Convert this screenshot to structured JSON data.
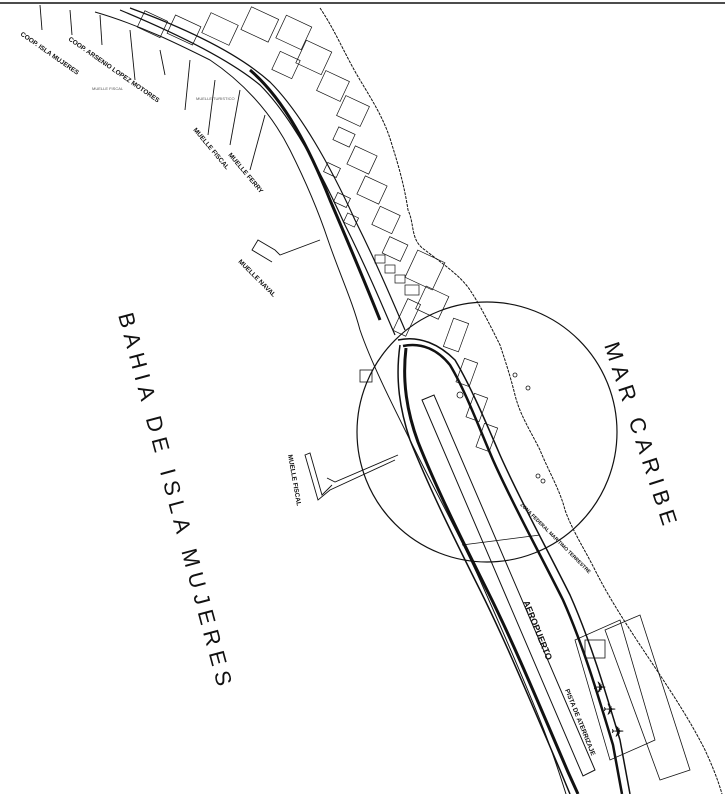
{
  "labels": {
    "bay": "BAHIA DE ISLA MUJERES",
    "sea": "MAR CARIBE",
    "airport": "AEROPUERTO",
    "apron": "PISTA DE ATERRIZAJE",
    "coop1": "COOP. ISLA MUJERES",
    "coop2": "COOP. ARSENIO LOPEZ MOTORES",
    "muelle1": "MUELLE FISCAL",
    "muelle2": "MUELLE FERRY",
    "muelle3": "MUELLE NAVAL",
    "muelle_fiscal": "MUELLE FISCAL",
    "zona": "ZONA FEDERAL MARITIMO TERRESTRE",
    "small1": "MUELLE FISCAL",
    "small2": "MUELLE TURISTICO"
  },
  "colors": {
    "line": "#111111",
    "background": "#ffffff"
  }
}
